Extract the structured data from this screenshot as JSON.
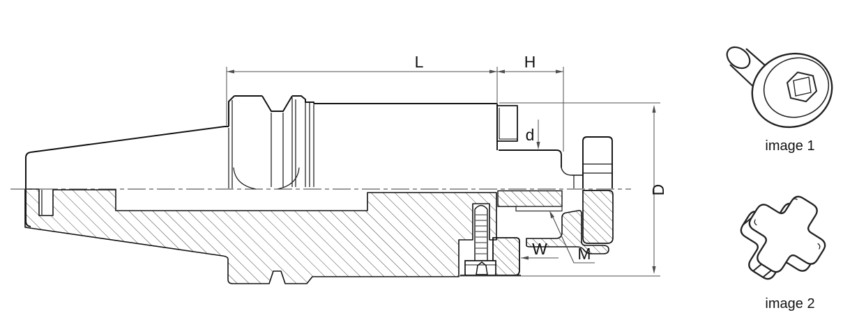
{
  "drawing": {
    "type": "technical-section-drawing",
    "subject": "taper shank shell mill arbor, half-section with mounted screw and drive key",
    "labels": {
      "L": "L",
      "H": "H",
      "d": "d",
      "D": "D",
      "W": "W",
      "M": "M"
    },
    "insets": {
      "image1_caption": "image 1",
      "image2_caption": "image 2"
    },
    "colors": {
      "outline": "#111111",
      "dimension": "#4d4d4d",
      "background": "#ffffff"
    }
  }
}
